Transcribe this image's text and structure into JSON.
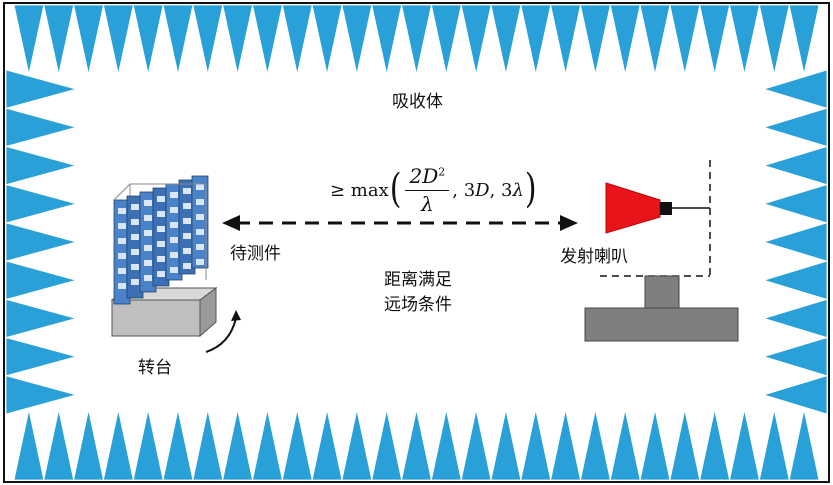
{
  "labels": {
    "absorber": "吸收体",
    "dut": "待测件",
    "horn": "发射喇叭",
    "far_field_1": "距离满足",
    "far_field_2": "远场条件",
    "turntable": "转台"
  },
  "formula": {
    "geq": "≥ max",
    "lparen": "(",
    "num": "2D",
    "num_exp": "2",
    "den": "λ",
    "sep1": ", 3",
    "d": "D",
    "sep2": ", 3",
    "lambda": "λ",
    "rparen": ")"
  },
  "colors": {
    "absorber": "#2aa0d8",
    "horn": "#e8141a",
    "structure": "#7f7f7f",
    "border": "#111111"
  }
}
